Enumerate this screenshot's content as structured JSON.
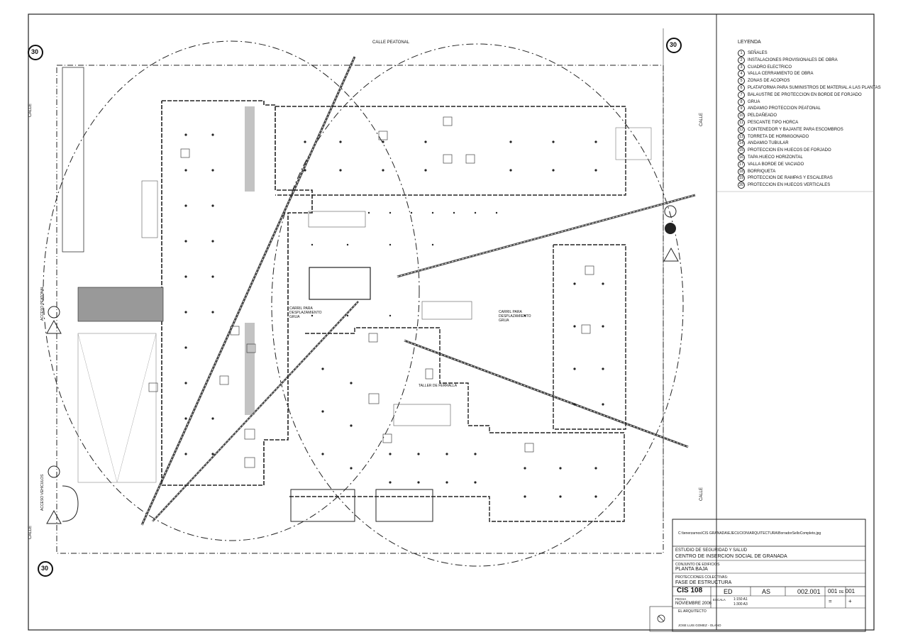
{
  "streets": {
    "top": "CALLE PEATONAL",
    "left_upper": "CALLE",
    "left_lower": "CALLE",
    "right_upper": "CALLE",
    "right_lower": "CALLE"
  },
  "speed_signs": [
    "30",
    "30",
    "30"
  ],
  "legend": {
    "title": "LEYENDA",
    "items": [
      {
        "num": "1",
        "label": "SEÑALES"
      },
      {
        "num": "2",
        "label": "INSTALACIONES PROVISIONALES DE OBRA"
      },
      {
        "num": "3",
        "label": "CUADRO ELECTRICO"
      },
      {
        "num": "4",
        "label": "VALLA CERRAMIENTO DE OBRA"
      },
      {
        "num": "5",
        "label": "ZONAS DE ACOPIOS"
      },
      {
        "num": "6",
        "label": "PLATAFORMA PARA SUMINISTROS DE MATERIAL A LAS PLANTAS"
      },
      {
        "num": "7",
        "label": "BALAUSTRE DE PROTECCION EN BORDE DE FORJADO"
      },
      {
        "num": "8",
        "label": "GRUA"
      },
      {
        "num": "9",
        "label": "ANDAMIO PROTECCION PEATONAL"
      },
      {
        "num": "10",
        "label": "PELDAÑEADO"
      },
      {
        "num": "11",
        "label": "PESCANTE TIPO HORCA"
      },
      {
        "num": "12",
        "label": "CONTENEDOR Y BAJANTE PARA ESCOMBROS"
      },
      {
        "num": "13",
        "label": "TORRETA DE HORMIGONADO"
      },
      {
        "num": "14",
        "label": "ANDAMIO TUBULAR"
      },
      {
        "num": "15",
        "label": "PROTECCION EN HUECOS DE FORJADO"
      },
      {
        "num": "16",
        "label": "TAPA HUECO HORIZONTAL"
      },
      {
        "num": "17",
        "label": "VALLA BORDE DE VACIADO"
      },
      {
        "num": "18",
        "label": "BORRIQUETA"
      },
      {
        "num": "19",
        "label": "PROTECCION DE RAMPAS Y ESCALERAS"
      },
      {
        "num": "20",
        "label": "PROTECCION EN HUECOS VERTICALES"
      }
    ]
  },
  "plan_labels": {
    "crane_rail_left": "CARRIL PARA DESPLAZAMIENTO GRUA",
    "crane_rail_right": "CARRIL PARA DESPLAZAMIENTO GRUA",
    "taller": "TALLER DE FERRALLA",
    "acceso_peatonal": "ACCESO PEATONAL",
    "acceso_vehiculos": "ACCESO VEHICULOS"
  },
  "title_block": {
    "path": "C:\\tenerzarnos\\CIS GRANADA\\EJECUCION\\ARQUITECTURA\\BorradorSelloCompleto.jpg",
    "study": "ESTUDIO DE SEGURIDAD Y SALUD",
    "project": "CENTRO DE INSERCION SOCIAL DE GRANADA",
    "set_label": "CONJUNTO DE EDIFICIOS",
    "plant": "PLANTA BAJA",
    "prot_label": "PROTECCIONES COLECTIVAS:",
    "phase": "FASE DE ESTRUCTURA",
    "code": "CIS 108",
    "ed": "ED",
    "as": "AS",
    "sheet_no": "002.001",
    "page": "001",
    "of": "DE",
    "total": "001",
    "fecha_label": "FECHA",
    "fecha": "NOVIEMBRE 2006",
    "escala_label": "ESCALA",
    "scale1": "1:150 A1",
    "scale2": "1:300 A3",
    "eq": "=",
    "plus": "+",
    "architect_label": "EL ARQUITECTO",
    "architect": "JOSE LUIS GOMEZ - OLANO"
  }
}
